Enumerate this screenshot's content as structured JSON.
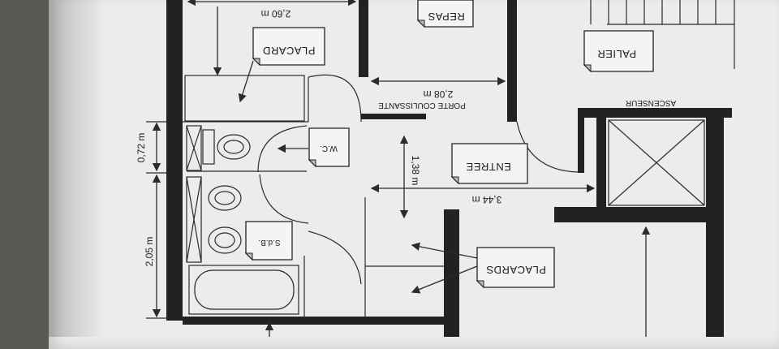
{
  "rooms": {
    "repas": "REPAS",
    "palier": "PALIER",
    "placard": "PLACARD",
    "wc": "W.C.",
    "entree": "ENTREE",
    "sdb": "S.d.B.",
    "placards": "PLACARDS",
    "ascenseur": "ASCENSEUR"
  },
  "dimensions": {
    "d260": "2,60 m",
    "d208": "2,08 m",
    "d138": "1,38 m",
    "d344": "3,44 m",
    "d072": "0,72 m",
    "d205": "2,05 m"
  },
  "notes": {
    "porte_coulissante": "PORTE COULISSANTE"
  }
}
